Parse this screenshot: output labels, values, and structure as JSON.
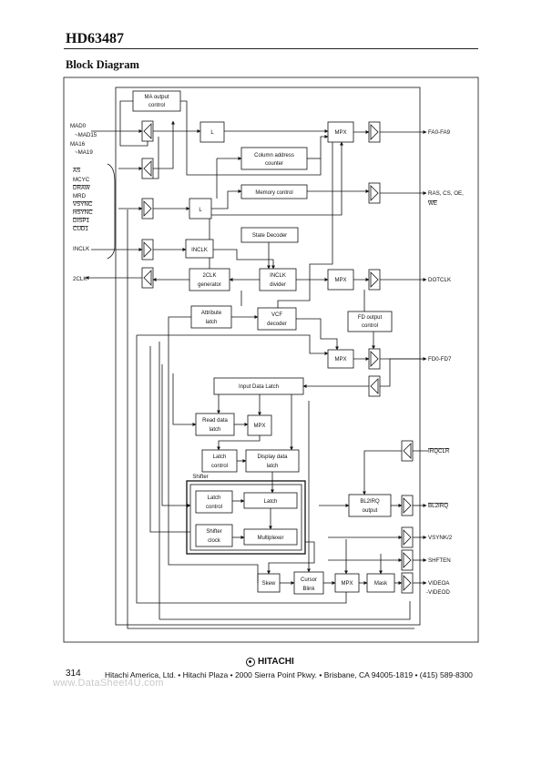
{
  "header": {
    "part_number": "HD63487",
    "section_title": "Block Diagram"
  },
  "diagram": {
    "blocks": {
      "ma_output_control": [
        "MA output",
        "control"
      ],
      "l_top": "L",
      "column_address_counter": [
        "Column address",
        "counter"
      ],
      "mpx_top": "MPX",
      "memory_control": "Memory control",
      "l_mid": "L",
      "state_decoder": "State Decoder",
      "inclk_block": "INCLK",
      "two_clk_generator": [
        "2CLK",
        "generator"
      ],
      "inclk_divider": [
        "INCLK",
        "divider"
      ],
      "mpx_dotclk": "MPX",
      "attribute_latch": [
        "Attribute",
        "latch"
      ],
      "vcf_decoder": [
        "VCF",
        "decoder"
      ],
      "fd_output_control": [
        "FD output",
        "control"
      ],
      "mpx_fd": "MPX",
      "input_data_latch": "Input Data Latch",
      "read_data_latch": [
        "Read data",
        "latch"
      ],
      "mpx_read": "MPX",
      "latch_control": [
        "Latch",
        "control"
      ],
      "display_data_latch": [
        "Display data",
        "latch"
      ],
      "shifter_label": "Shifter",
      "shifter_latch_control": [
        "Latch",
        "control"
      ],
      "shifter_latch": "Latch",
      "shifter_clock": [
        "Shifter",
        "clock"
      ],
      "multiplexer": "Multiplexer",
      "bl2irq_output": [
        "BL2IRQ",
        "output"
      ],
      "skew": "Skew",
      "cursor_blink": [
        "Cursor",
        "Blink"
      ],
      "mpx_video": "MPX",
      "mask": "Mask"
    },
    "left_signals": {
      "mad": [
        "MAD0",
        "~MAD15",
        "MA16",
        "~MA19"
      ],
      "control": [
        "AS",
        "MCYC",
        "DRAW",
        "MRD",
        "VSYNC",
        "HSYNC",
        "DISP1",
        "CUD1"
      ],
      "inclk": "INCLK",
      "two_clk": "2CLK"
    },
    "right_signals": {
      "fa": "FA0-FA9",
      "ras": "RAS, CS, OE,",
      "we": "WE",
      "dotclk": "DOTCLK",
      "fd": "FD0-FD7",
      "irqclr": "IRQCLR",
      "bl2irq": "BL2IRQ",
      "vsynk": "VSYNK/2",
      "shften": "SHFTEN",
      "videoa": "VIDEOA",
      "videod": "-VIDEOD"
    }
  },
  "footer": {
    "brand": "HITACHI",
    "page_number": "314",
    "address": "Hitachi America, Ltd. • Hitachi Plaza • 2000 Sierra Point Pkwy. • Brisbane, CA 94005-1819 • (415) 589-8300",
    "watermark": "www.DataSheet4U.com"
  }
}
